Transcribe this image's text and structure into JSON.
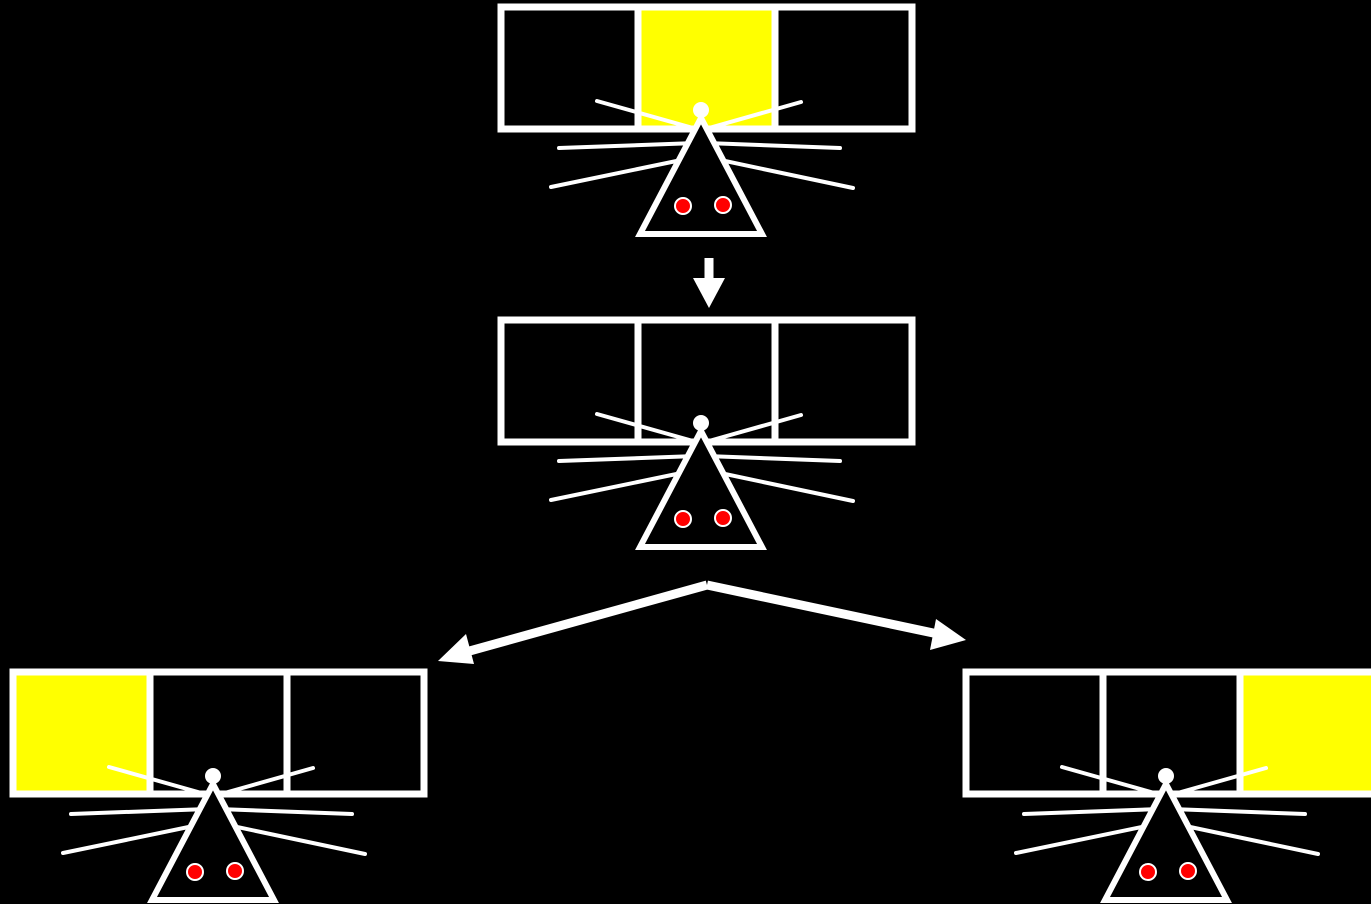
{
  "colors": {
    "background": "#000000",
    "stroke": "#ffffff",
    "lit_cell": "#ffff00",
    "unlit_cell": "#000000",
    "eye": "#ff0000"
  },
  "panels": [
    {
      "id": "top",
      "lit_cell": 2
    },
    {
      "id": "middle",
      "lit_cell": null
    },
    {
      "id": "bottom-left",
      "lit_cell": 1
    },
    {
      "id": "bottom-right",
      "lit_cell": 3
    }
  ],
  "arrows": [
    {
      "from": "top",
      "to": "middle"
    },
    {
      "from": "middle",
      "to": "bottom-left"
    },
    {
      "from": "middle",
      "to": "bottom-right"
    }
  ]
}
